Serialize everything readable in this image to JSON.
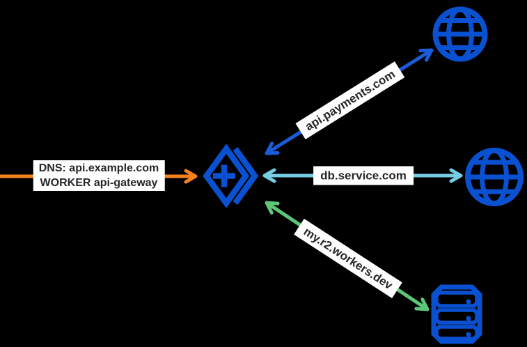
{
  "colors": {
    "background": "#000000",
    "brand_blue": "#0a51d2",
    "arrow_blue": "#1b5cdb",
    "arrow_light_blue": "#76cce3",
    "arrow_green": "#5ec679",
    "arrow_orange": "#f6821f",
    "label_bg": "#ffffff",
    "label_text": "#26272b"
  },
  "diagram": {
    "incoming_request": {
      "line1": "DNS: api.example.com",
      "line2": "WORKER api-gateway"
    },
    "center_node": {
      "icon": "workers-routes-icon"
    },
    "routes": [
      {
        "label": "api.payments.com",
        "destination_icon": "globe-icon",
        "direction": "bidirectional"
      },
      {
        "label": "db.service.com",
        "destination_icon": "globe-icon",
        "direction": "bidirectional"
      },
      {
        "label": "my.r2.workers.dev",
        "destination_icon": "server-stack-icon",
        "direction": "bidirectional"
      }
    ]
  }
}
